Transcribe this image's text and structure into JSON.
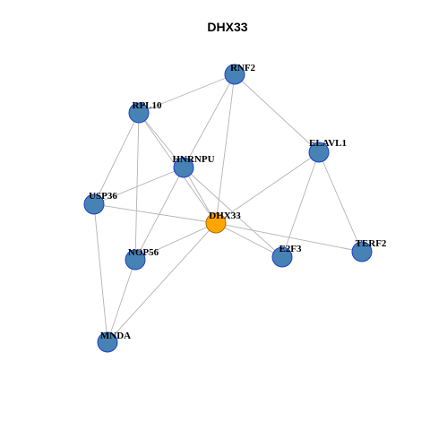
{
  "title": "DHX33",
  "colors": {
    "center_fill": "#FFA500",
    "center_stroke": "#A86A00",
    "node_fill": "#4682B4",
    "node_stroke": "#1E3FCB",
    "edge": "#B3B3B3",
    "background": "#FFFFFF"
  },
  "nodes": [
    {
      "id": "RNF2",
      "label": "RNF2",
      "center": false
    },
    {
      "id": "RPL10",
      "label": "RPL10",
      "center": false
    },
    {
      "id": "ELAVL1",
      "label": "ELAVL1",
      "center": false
    },
    {
      "id": "HNRNPU",
      "label": "HNRNPU",
      "center": false
    },
    {
      "id": "USP36",
      "label": "USP36",
      "center": false
    },
    {
      "id": "DHX33",
      "label": "DHX33",
      "center": true
    },
    {
      "id": "NOP56",
      "label": "NOP56",
      "center": false
    },
    {
      "id": "E2F3",
      "label": "E2F3",
      "center": false
    },
    {
      "id": "TERF2",
      "label": "TERF2",
      "center": false
    },
    {
      "id": "MNDA",
      "label": "MNDA",
      "center": false
    }
  ],
  "edges": [
    [
      "RNF2",
      "RPL10"
    ],
    [
      "RNF2",
      "HNRNPU"
    ],
    [
      "RNF2",
      "DHX33"
    ],
    [
      "RNF2",
      "ELAVL1"
    ],
    [
      "RPL10",
      "HNRNPU"
    ],
    [
      "RPL10",
      "USP36"
    ],
    [
      "RPL10",
      "NOP56"
    ],
    [
      "RPL10",
      "DHX33"
    ],
    [
      "HNRNPU",
      "USP36"
    ],
    [
      "HNRNPU",
      "NOP56"
    ],
    [
      "HNRNPU",
      "DHX33"
    ],
    [
      "HNRNPU",
      "E2F3"
    ],
    [
      "ELAVL1",
      "DHX33"
    ],
    [
      "ELAVL1",
      "E2F3"
    ],
    [
      "ELAVL1",
      "TERF2"
    ],
    [
      "USP36",
      "DHX33"
    ],
    [
      "USP36",
      "MNDA"
    ],
    [
      "DHX33",
      "NOP56"
    ],
    [
      "DHX33",
      "E2F3"
    ],
    [
      "DHX33",
      "TERF2"
    ],
    [
      "DHX33",
      "MNDA"
    ],
    [
      "NOP56",
      "MNDA"
    ]
  ]
}
